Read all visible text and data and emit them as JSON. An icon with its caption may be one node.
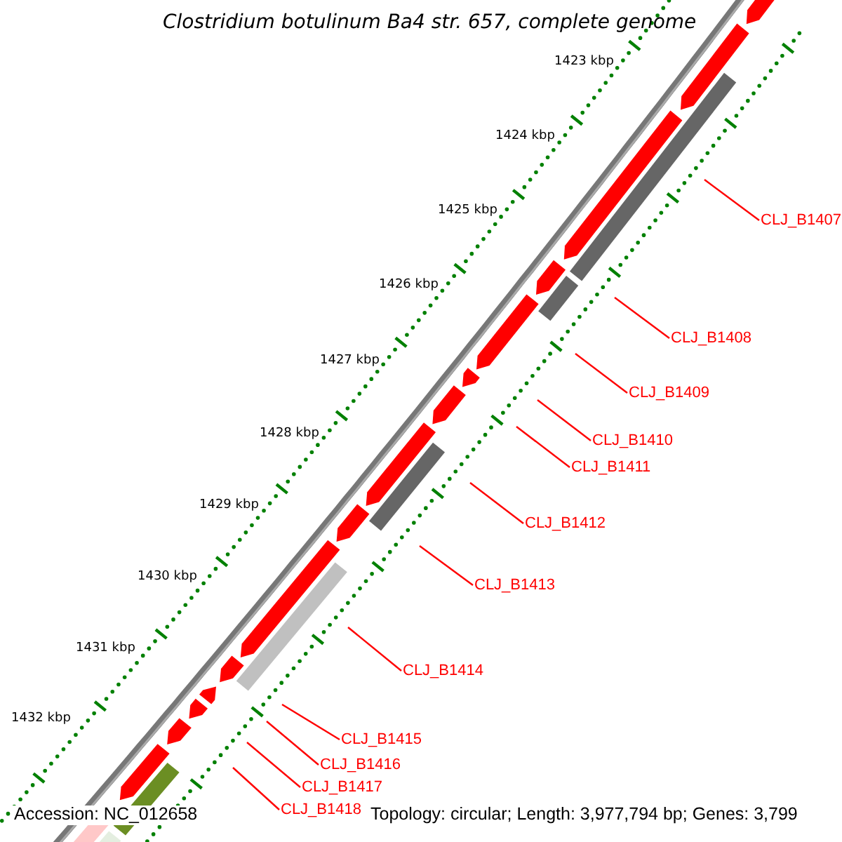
{
  "diagram": {
    "title": "Clostridium botulinum Ba4 str. 657, complete genome",
    "nodes": [
      {
        "text": [
          "CLJ_B1407"
        ]
      },
      {
        "text": [
          "CLJ_B1408"
        ]
      },
      {
        "text": [
          "CLJ_B1409"
        ]
      },
      {
        "text": [
          "CLJ_B1410"
        ]
      },
      {
        "text": [
          "CLJ_B1411"
        ]
      },
      {
        "text": [
          "CLJ_B1412"
        ]
      },
      {
        "text": [
          "CLJ_B1413"
        ]
      },
      {
        "text": [
          "CLJ_B1414"
        ]
      },
      {
        "text": [
          "CLJ_B1415"
        ]
      },
      {
        "text": [
          "CLJ_B1416"
        ]
      },
      {
        "text": [
          "CLJ_B1417"
        ]
      },
      {
        "text": [
          "CLJ_B1418"
        ]
      }
    ],
    "edges": [
      {
        "from": 0,
        "to": null,
        "arrow": "none"
      },
      {
        "from": 1,
        "to": null,
        "arrow": "none"
      },
      {
        "from": 2,
        "to": null,
        "arrow": "none"
      },
      {
        "from": 3,
        "to": null,
        "arrow": "none"
      },
      {
        "from": 4,
        "to": null,
        "arrow": "none"
      },
      {
        "from": 5,
        "to": null,
        "arrow": "none"
      },
      {
        "from": 6,
        "to": null,
        "arrow": "none"
      },
      {
        "from": 7,
        "to": null,
        "arrow": "none"
      },
      {
        "from": 8,
        "to": null,
        "arrow": "none"
      },
      {
        "from": 9,
        "to": null,
        "arrow": "none"
      },
      {
        "from": 10,
        "to": null,
        "arrow": "none"
      },
      {
        "from": 11,
        "to": null,
        "arrow": "none"
      }
    ],
    "labels": [
      "1423 kbp",
      "1424 kbp",
      "1425 kbp",
      "1426 kbp",
      "1427 kbp",
      "1428 kbp",
      "1429 kbp",
      "1430 kbp",
      "1431 kbp",
      "1432 kbp",
      "Accession: NC_012658",
      "Topology: circular; Length: 3,977,794 bp; Genes: 3,799"
    ]
  }
}
